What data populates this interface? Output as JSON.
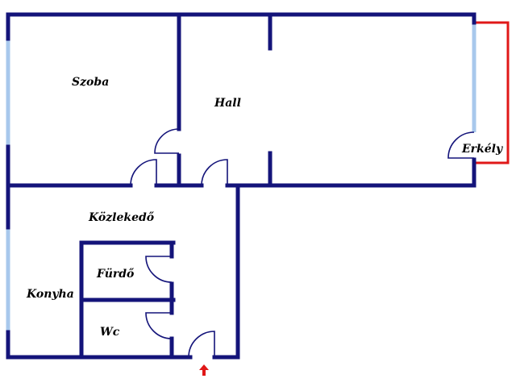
{
  "rooms": {
    "szoba": "Szoba",
    "hall": "Hall",
    "erkely": "Erkély",
    "kozlekedo": "Közlekedő",
    "furdo": "Fürdő",
    "konyha": "Konyha",
    "wc": "Wc"
  },
  "colors": {
    "wall": "#14147a",
    "window": "#a8c8ec",
    "balcony": "#e01818",
    "entrance": "#e01818"
  },
  "icons": {
    "entrance": "red-up-arrow"
  }
}
